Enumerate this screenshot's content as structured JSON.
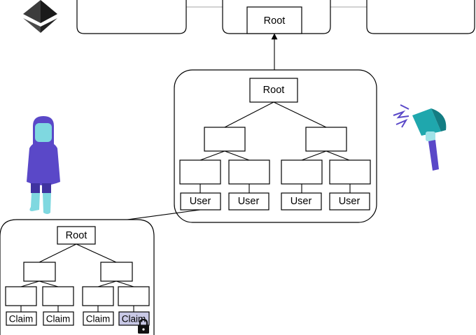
{
  "labels": {
    "top_root": "Root",
    "mid_root": "Root",
    "mid_leaves": [
      "User",
      "User",
      "User",
      "User"
    ],
    "low_root": "Root",
    "low_leaves": [
      "Claim",
      "Claim",
      "Claim",
      "Claim"
    ]
  },
  "colors": {
    "highlight": "#c9c9e6",
    "person_body": "#5a48c8",
    "person_skin": "#7fd8e0",
    "megaphone": "#1fa7ad",
    "lock": "#111111"
  },
  "icons": {
    "logo": "ethereum-logo-icon",
    "person": "person-illustration-icon",
    "announce": "megaphone-icon",
    "lock": "lock-icon"
  }
}
